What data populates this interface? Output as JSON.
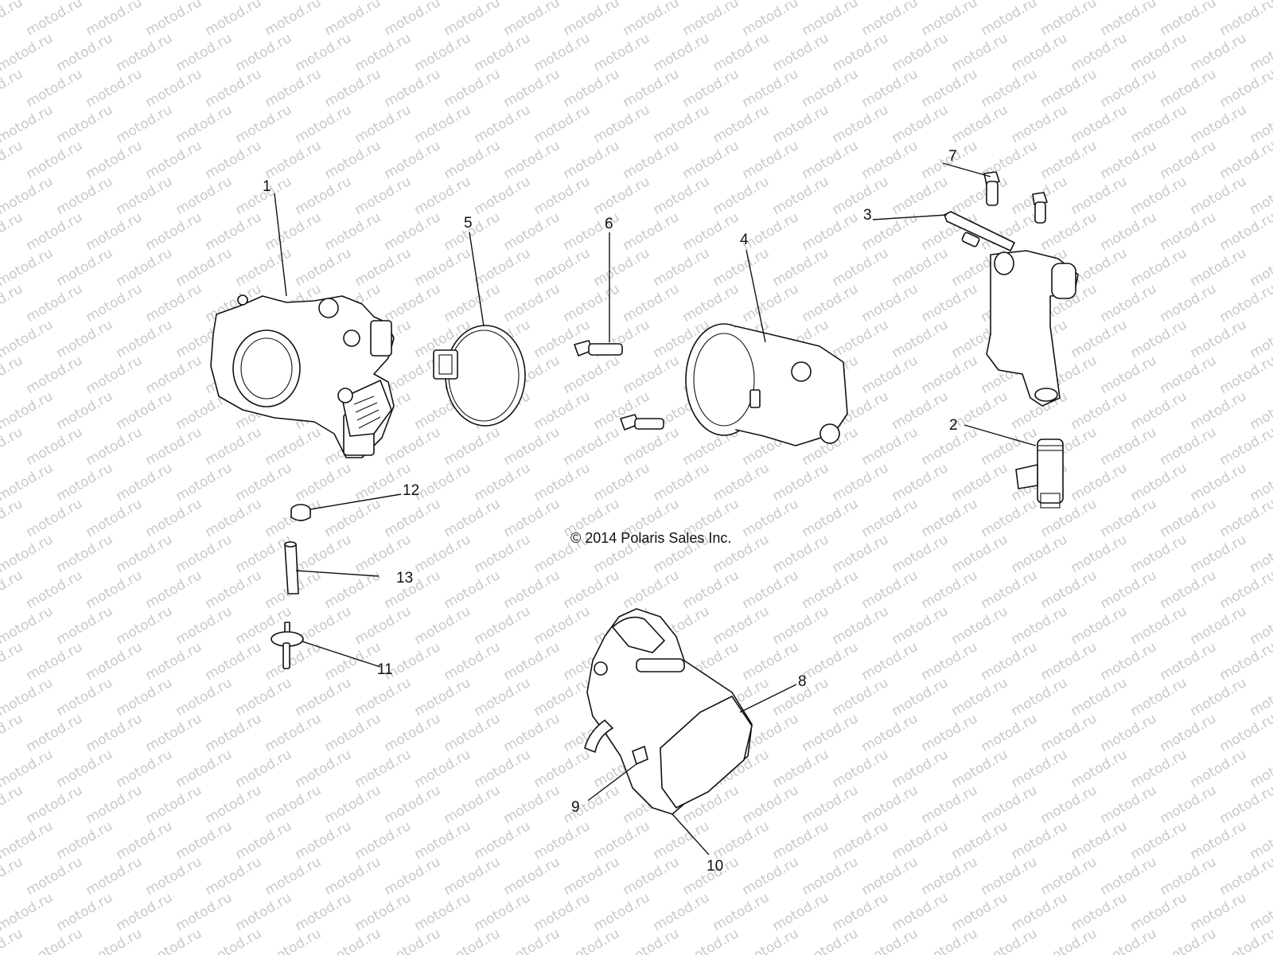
{
  "copyright": "© 2014 Polaris Sales Inc.",
  "watermark_text": "motod.ru",
  "callouts": [
    {
      "id": "1",
      "label": "1"
    },
    {
      "id": "2",
      "label": "2"
    },
    {
      "id": "3",
      "label": "3"
    },
    {
      "id": "4",
      "label": "4"
    },
    {
      "id": "5",
      "label": "5"
    },
    {
      "id": "6",
      "label": "6"
    },
    {
      "id": "7",
      "label": "7"
    },
    {
      "id": "8",
      "label": "8"
    },
    {
      "id": "9",
      "label": "9"
    },
    {
      "id": "10",
      "label": "10"
    },
    {
      "id": "11",
      "label": "11"
    },
    {
      "id": "12",
      "label": "12"
    },
    {
      "id": "13",
      "label": "13"
    }
  ]
}
